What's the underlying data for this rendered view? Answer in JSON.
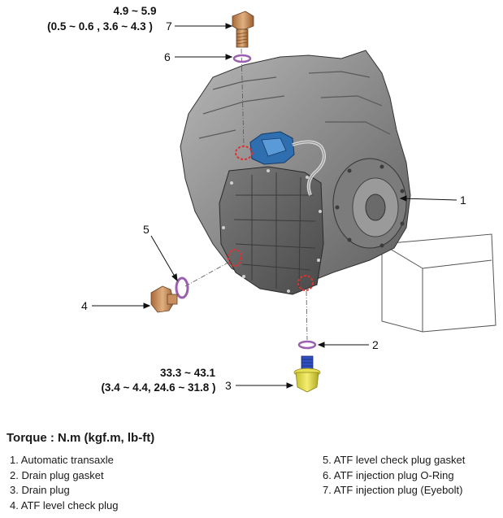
{
  "torque_top": {
    "line1": "4.9 ~ 5.9",
    "line2": "(0.5 ~ 0.6 , 3.6 ~ 4.3 )"
  },
  "torque_drain": {
    "line1": "33.3 ~ 43.1",
    "line2": "(3.4 ~ 4.4, 24.6 ~ 31.8 )"
  },
  "callouts": {
    "c1": "1",
    "c2": "2",
    "c3": "3",
    "c4": "4",
    "c5": "5",
    "c6": "6",
    "c7": "7"
  },
  "legend": {
    "title": "Torque : N.m (kgf.m, lb-ft)",
    "left": [
      "1. Automatic transaxle",
      "2. Drain plug gasket",
      "3. Drain plug",
      "4. ATF level check plug"
    ],
    "right": [
      "5. ATF level check plug gasket",
      "6. ATF injection plug O-Ring",
      "7. ATF injection plug (Eyebolt)"
    ]
  },
  "colors": {
    "housing": "#8c8c8c",
    "housing_dark": "#5a5a5a",
    "valve_blue": "#2f6fb0",
    "bronze": "#c89060",
    "gasket_purple": "#9b5fb0",
    "plug_yellow": "#e8e050",
    "plug_blue": "#3050c0",
    "seal_marker": "#e03030"
  }
}
